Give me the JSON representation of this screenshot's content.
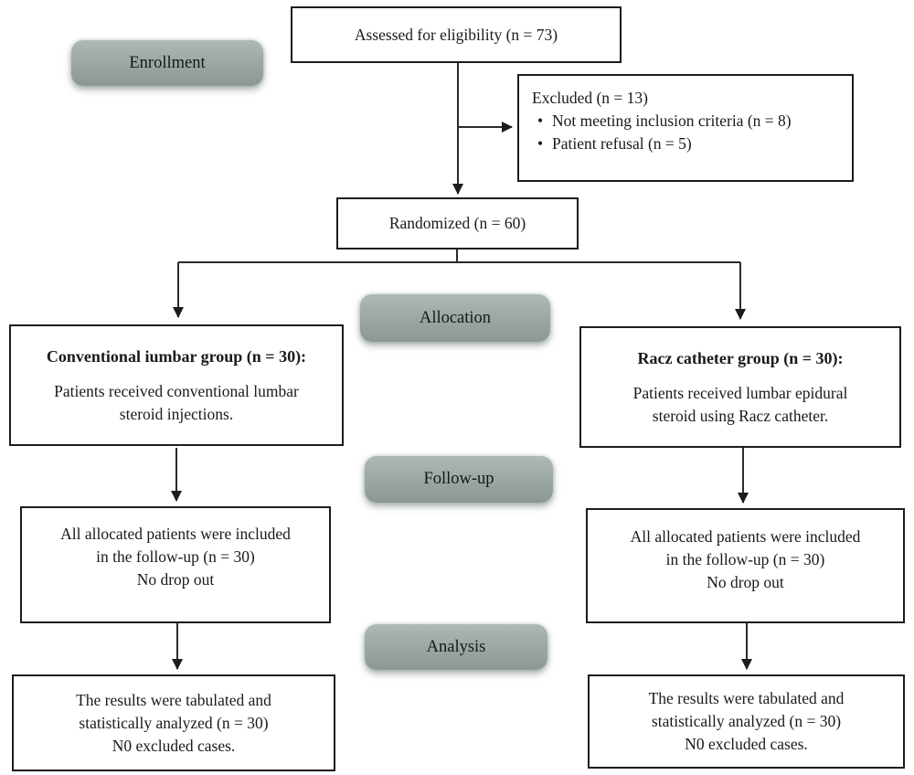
{
  "colors": {
    "box_border": "#1c1c1c",
    "badge_top": "#aeb8b4",
    "badge_bottom": "#8b9793",
    "line": "#2b2b2b",
    "text": "#1a1a1a"
  },
  "badges": {
    "enrollment": "Enrollment",
    "allocation": "Allocation",
    "followup": "Follow-up",
    "analysis": "Analysis"
  },
  "boxes": {
    "assessed": {
      "text": "Assessed for eligibility (n = 73)"
    },
    "excluded": {
      "title": "Excluded (n = 13)",
      "bullet_glyph": "•",
      "bullets": [
        "Not meeting inclusion criteria (n = 8)",
        "Patient refusal (n = 5)"
      ]
    },
    "randomized": {
      "text": "Randomized (n = 60)"
    },
    "conventional": {
      "title": "Conventional iumbar group (n = 30):",
      "body_line1": "Patients received conventional lumbar",
      "body_line2": "steroid injections."
    },
    "racz": {
      "title": "Racz catheter group (n = 30):",
      "body_line1": "Patients received lumbar epidural",
      "body_line2": "steroid using Racz catheter."
    },
    "followup_left": {
      "lines": [
        "All allocated patients were included",
        "in the follow-up (n = 30)",
        "No drop out"
      ]
    },
    "followup_right": {
      "lines": [
        "All allocated patients were included",
        "in the follow-up (n = 30)",
        "No drop out"
      ]
    },
    "analysis_left": {
      "lines": [
        "The results were tabulated and",
        "statistically analyzed (n = 30)",
        "N0 excluded cases."
      ]
    },
    "analysis_right": {
      "lines": [
        "The results were tabulated and",
        "statistically analyzed (n = 30)",
        "N0 excluded cases."
      ]
    }
  }
}
